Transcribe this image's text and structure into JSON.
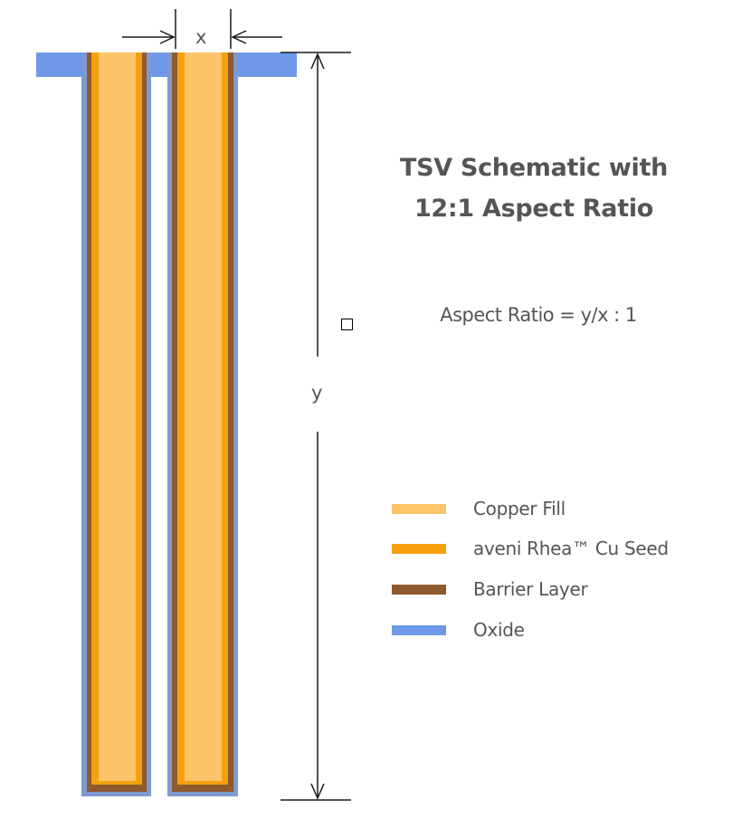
{
  "title": {
    "line1": "TSV Schematic with",
    "line2": "12:1 Aspect Ratio"
  },
  "formula": "Aspect Ratio = y/x : 1",
  "dimensions": {
    "width_label": "x",
    "height_label": "y"
  },
  "legend": [
    {
      "label": "Copper Fill",
      "color": "#FDC46A"
    },
    {
      "label": "aveni Rhea™ Cu Seed",
      "color": "#F5A10F"
    },
    {
      "label": "Barrier Layer",
      "color": "#8E5A2E"
    },
    {
      "label": "Oxide",
      "color": "#6F99E8"
    }
  ],
  "colors": {
    "oxide": "#6F99E8",
    "oxide_side": "#7E9ACF",
    "barrier": "#8E5A2E",
    "seed": "#F5A10F",
    "fill": "#FDC46A",
    "text": "#555555",
    "line": "#1a1a1a"
  }
}
